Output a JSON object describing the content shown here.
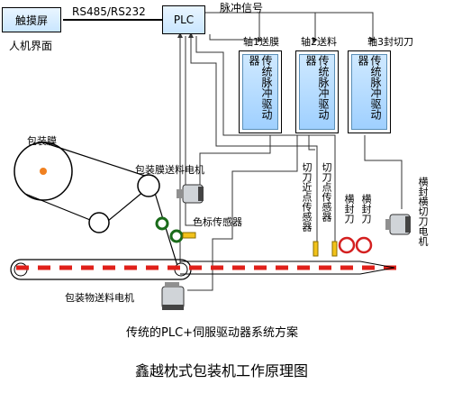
{
  "touchscreen": "触摸屏",
  "hmi": "人机界面",
  "bus": "RS485/RS232",
  "plc": "PLC",
  "pulse_signal": "脉冲信号",
  "axes": [
    {
      "label": "轴1送膜",
      "driver": "传统脉冲驱动器"
    },
    {
      "label": "轴2送料",
      "driver": "传统脉冲驱动器"
    },
    {
      "label": "轴3封切刀",
      "driver": "传统脉冲驱动器"
    }
  ],
  "film": "包装膜",
  "film_motor": "包装膜送料电机",
  "color_sensor": "色标传感器",
  "cutter_near_sensor": "切刀近点传感器",
  "cutter_point_sensor": "切刀点传感器",
  "horizontal_seal_knife_1": "横封刀",
  "horizontal_seal_knife_2": "横封刀",
  "seal_cut_motor": "横封横切刀电机",
  "product_motor": "包装物送料电机",
  "scheme_caption": "传统的PLC+伺服驱动器系统方案",
  "title": "鑫越枕式包装机工作原理图"
}
